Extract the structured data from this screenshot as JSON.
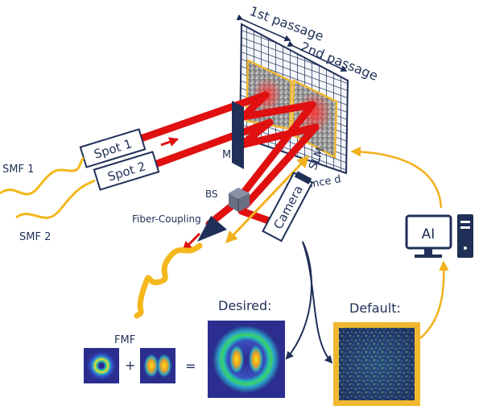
{
  "labels": {
    "first_passage": "1st passage",
    "second_passage": "2nd passage",
    "spot1": "Spot 1",
    "spot2": "Spot 2",
    "smf1": "SMF 1",
    "smf2": "SMF 2",
    "mirror": "M",
    "slm": "SLM",
    "bs": "BS",
    "distance": "Distance d",
    "fiber_coupling": "Fiber-Coupling",
    "camera": "Camera",
    "ai": "AI",
    "fmf": "FMF",
    "desired": "Desired:",
    "default": "Default:",
    "plus": "+",
    "equals": "="
  },
  "colors": {
    "navy": "#1f2f57",
    "beam_red": "#e01010",
    "fiber_yellow": "#f5b81c",
    "arrow_yellow": "#f2b01e",
    "slm_border": "#f0b830",
    "mode_blue": "#2b2d8f"
  }
}
